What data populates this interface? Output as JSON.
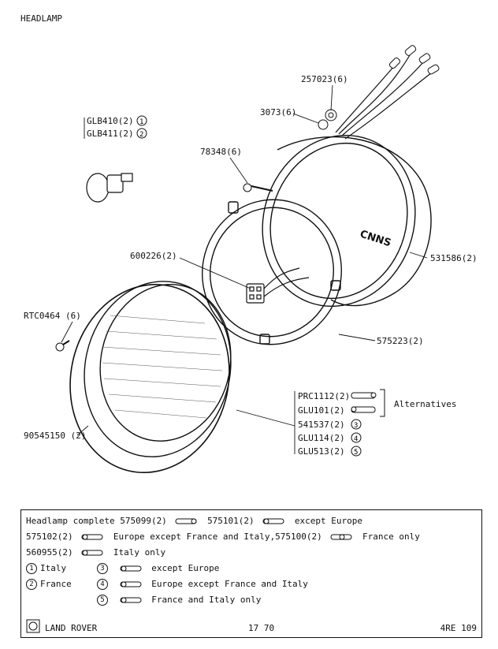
{
  "title": "HEADLAMP",
  "callouts": {
    "glb410": "GLB410(2)",
    "glb411": "GLB411(2)",
    "p257023": "257023(6)",
    "p3073": "3073(6)",
    "p78348": "78348(6)",
    "p600226": "600226(2)",
    "p531586": "531586(2)",
    "rtc0464": "RTC0464 (6)",
    "p575223": "575223(2)",
    "p90545150": "90545150 (2)",
    "prc1112": "PRC1112(2)",
    "glu101": "GLU101(2)",
    "p541537": "541537(2)",
    "glu114": "GLU114(2)",
    "glu513": "GLU513(2)",
    "alternatives": "Alternatives"
  },
  "badges": {
    "one": "1",
    "two": "2",
    "three": "3",
    "four": "4",
    "five": "5"
  },
  "legend": {
    "line1_prefix": "Headlamp complete 575099(2)",
    "line1_mid": "575101(2)",
    "line1_suffix": "except Europe",
    "line2_prefix": "575102(2)",
    "line2_mid": "Europe except France and Italy,575100(2)",
    "line2_suffix": "France only",
    "line3_prefix": "560955(2)",
    "line3_suffix": "Italy only",
    "italy": "Italy",
    "france": "France",
    "except_europe": "except Europe",
    "europe_except": "Europe except France and Italy",
    "france_italy": "France and Italy only"
  },
  "footer": {
    "brand": "LAND ROVER",
    "page": "17 70",
    "ref": "4RE 109"
  }
}
